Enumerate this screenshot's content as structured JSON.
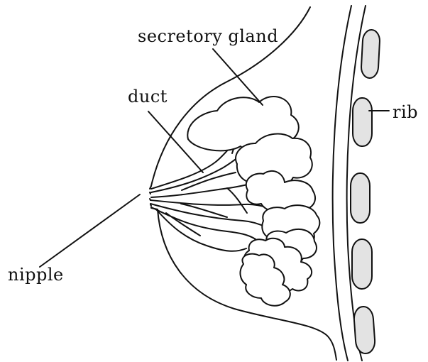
{
  "diagram": {
    "labels": {
      "secretory_gland": "secretory gland",
      "duct": "duct",
      "rib": "rib",
      "nipple": "nipple"
    },
    "colors": {
      "line": "#111111",
      "rib_fill": "#e3e3e3",
      "background": "#ffffff"
    }
  }
}
